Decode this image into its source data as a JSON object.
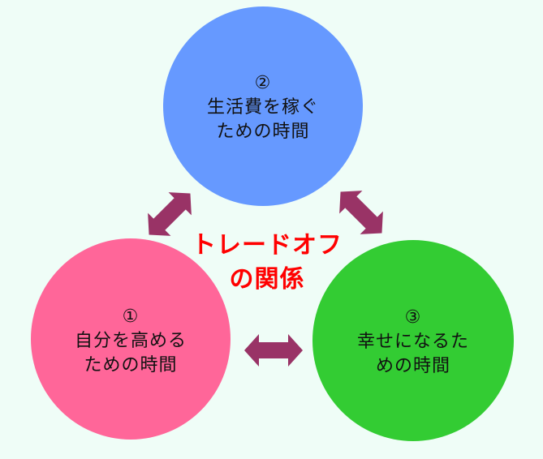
{
  "center_title": {
    "line1": "トレードオフ",
    "line2": "の関係"
  },
  "circles": {
    "top": {
      "number": "②",
      "line1": "生活費を稼ぐ",
      "line2": "ための時間",
      "color": "#6699ff"
    },
    "left": {
      "number": "①",
      "line1": "自分を高める",
      "line2": "ための時間",
      "color": "#ff6699"
    },
    "right": {
      "number": "③",
      "line1": "幸せになるた",
      "line2": "めの時間",
      "color": "#33cc33"
    }
  },
  "colors": {
    "background": "#effdf7",
    "arrow": "#993366",
    "title": "#ff0000"
  },
  "icons": [
    "double-arrow-icon"
  ]
}
